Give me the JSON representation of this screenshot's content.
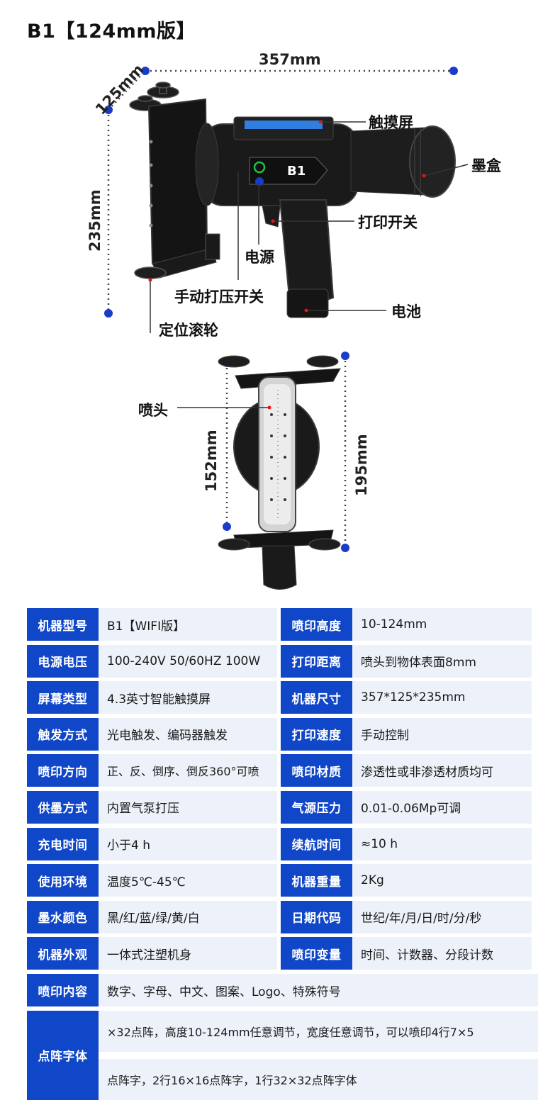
{
  "title": "B1【124mm版】",
  "top_view": {
    "dim_width": "357mm",
    "dim_depth": "125mm",
    "dim_height": "235mm",
    "gun_badge": "B1",
    "labels": {
      "touchscreen": "触摸屏",
      "ink_cartridge": "墨盒",
      "print_switch": "打印开关",
      "power": "电源",
      "manual_pressure_switch": "手动打压开关",
      "battery": "电池",
      "positioning_roller": "定位滚轮"
    }
  },
  "front_view": {
    "nozzle_label": "喷头",
    "dim_inner": "152mm",
    "dim_outer": "195mm"
  },
  "colors": {
    "accent_blue": "#1046c8",
    "cell_bg": "#edf2fa",
    "dot_blue": "#1a3cc8",
    "marker_red": "#e01818"
  },
  "specs": [
    {
      "k1": "机器型号",
      "v1": "B1【WIFI版】",
      "k2": "喷印高度",
      "v2": "10-124mm"
    },
    {
      "k1": "电源电压",
      "v1": "100-240V 50/60HZ 100W",
      "k2": "打印距离",
      "v2": "喷头到物体表面8mm"
    },
    {
      "k1": "屏幕类型",
      "v1": "4.3英寸智能触摸屏",
      "k2": "机器尺寸",
      "v2": "357*125*235mm"
    },
    {
      "k1": "触发方式",
      "v1": "光电触发、编码器触发",
      "k2": "打印速度",
      "v2": "手动控制"
    },
    {
      "k1": "喷印方向",
      "v1": "正、反、倒序、倒反360°可喷",
      "k2": "喷印材质",
      "v2": "渗透性或非渗透材质均可"
    },
    {
      "k1": "供墨方式",
      "v1": "内置气泵打压",
      "k2": "气源压力",
      "v2": "0.01-0.06Mp可调"
    },
    {
      "k1": "充电时间",
      "v1": "小于4 h",
      "k2": "续航时间",
      "v2": "≈10 h"
    },
    {
      "k1": "使用环境",
      "v1": "温度5℃-45℃",
      "k2": "机器重量",
      "v2": " 2Kg"
    },
    {
      "k1": "墨水颜色",
      "v1": "黑/红/蓝/绿/黄/白",
      "k2": "日期代码",
      "v2": "世纪/年/月/日/时/分/秒"
    },
    {
      "k1": "机器外观",
      "v1": "一体式注塑机身",
      "k2": "喷印变量",
      "v2": "时间、计数器、分段计数"
    }
  ],
  "content_row": {
    "k": "喷印内容",
    "v": "数字、字母、中文、图案、Logo、特殊符号"
  },
  "font_row": {
    "k": "点阵字体",
    "line1": "×32点阵，高度10-124mm任意调节，宽度任意调节，可以喷印4行7×5",
    "line2": "点阵字，2行16×16点阵字，1行32×32点阵字体"
  }
}
